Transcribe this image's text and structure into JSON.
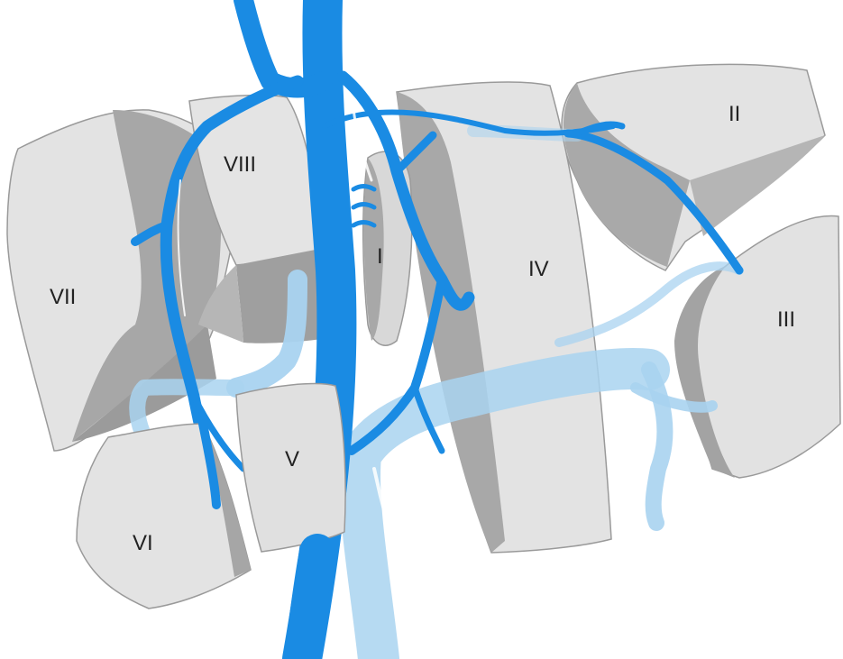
{
  "diagram": {
    "segments": [
      {
        "id": "seg-I",
        "label": "I"
      },
      {
        "id": "seg-II",
        "label": "II"
      },
      {
        "id": "seg-III",
        "label": "III"
      },
      {
        "id": "seg-IV",
        "label": "IV"
      },
      {
        "id": "seg-V",
        "label": "V"
      },
      {
        "id": "seg-VI",
        "label": "VI"
      },
      {
        "id": "seg-VII",
        "label": "VII"
      },
      {
        "id": "seg-VIII",
        "label": "VIII"
      }
    ],
    "colors": {
      "hepatic_vein": "#1a8be3",
      "portal_vein": "#a9d3f0",
      "segment_face": "#e1e1e1",
      "segment_shade": "#a7a7a7",
      "segment_outline": "#9a9a9a"
    }
  }
}
